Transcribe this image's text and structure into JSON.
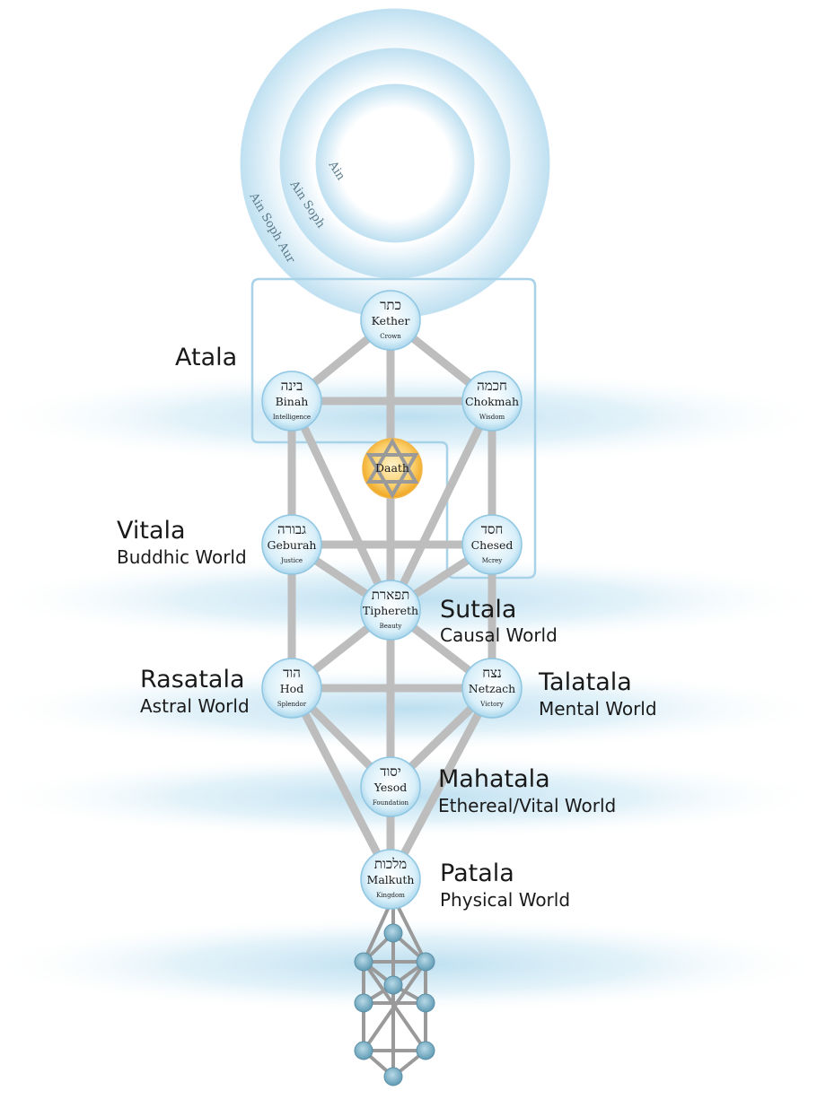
{
  "rings": {
    "outer": "Ain Soph Aur",
    "middle": "Ain Soph",
    "inner": "Ain"
  },
  "worlds": {
    "atala": {
      "title": "Atala"
    },
    "vitala": {
      "title": "Vitala",
      "subtitle": "Buddhic World"
    },
    "sutala": {
      "title": "Sutala",
      "subtitle": "Causal World"
    },
    "rasatala": {
      "title": "Rasatala",
      "subtitle": "Astral World"
    },
    "talatala": {
      "title": "Talatala",
      "subtitle": "Mental World"
    },
    "mahatala": {
      "title": "Mahatala",
      "subtitle": "Ethereal/Vital World"
    },
    "patala": {
      "title": "Patala",
      "subtitle": "Physical World"
    }
  },
  "sephiroth": {
    "kether": {
      "hebrew": "כתר",
      "name": "Kether",
      "meaning": "Crown"
    },
    "binah": {
      "hebrew": "בינה",
      "name": "Binah",
      "meaning": "Intelligence"
    },
    "chokmah": {
      "hebrew": "חכמה",
      "name": "Chokmah",
      "meaning": "Wisdom"
    },
    "daath": {
      "name": "Daath"
    },
    "geburah": {
      "hebrew": "גבורה",
      "name": "Geburah",
      "meaning": "Justice"
    },
    "chesed": {
      "hebrew": "חסד",
      "name": "Chesed",
      "meaning": "Mcrey"
    },
    "tiphereth": {
      "hebrew": "תפארת",
      "name": "Tiphereth",
      "meaning": "Beauty"
    },
    "hod": {
      "hebrew": "הוד",
      "name": "Hod",
      "meaning": "Splendor"
    },
    "netzach": {
      "hebrew": "נצח",
      "name": "Netzach",
      "meaning": "Victory"
    },
    "yesod": {
      "hebrew": "יסוד",
      "name": "Yesod",
      "meaning": "Foundation"
    },
    "malkuth": {
      "hebrew": "מלכות",
      "name": "Malkuth",
      "meaning": "Kingdom"
    }
  },
  "colors": {
    "sphere_fill": "#cfeaf6",
    "sphere_stroke": "#8fc6e2",
    "daath_fill": "#f7b733",
    "path": "#bdbdbd",
    "glow": "#b9ddef",
    "small_node": "#7fb3c9"
  }
}
